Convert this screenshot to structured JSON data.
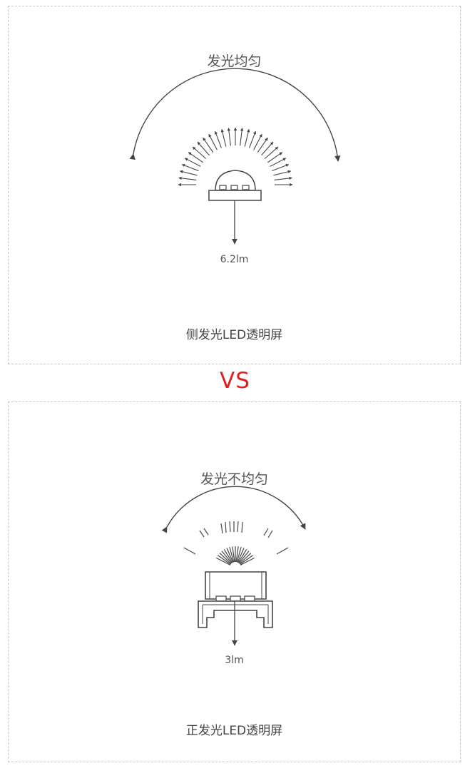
{
  "top": {
    "arc_label": "发光均匀",
    "lumen": "6.2lm",
    "caption": "侧发光LED透明屏"
  },
  "vs": "VS",
  "bottom": {
    "arc_label": "发光不均匀",
    "lumen": "3lm",
    "caption": "正发光LED透明屏"
  },
  "colors": {
    "line": "#444444",
    "vs": "#e02020",
    "border": "#c8c8c8"
  }
}
